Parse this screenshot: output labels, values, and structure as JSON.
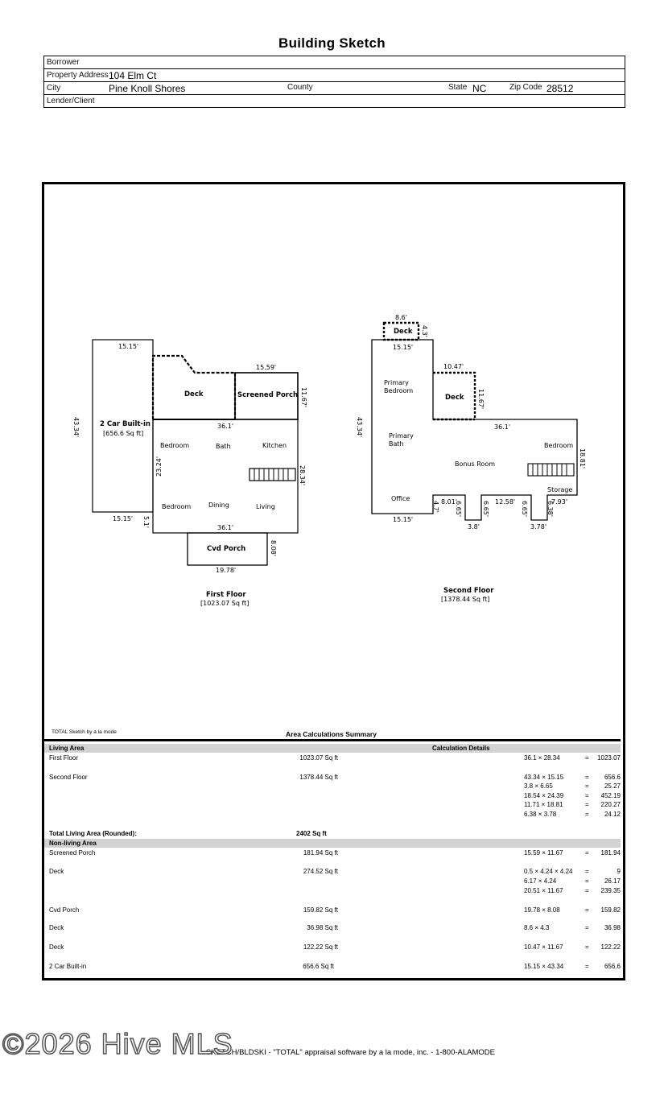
{
  "title": "Building Sketch",
  "header": {
    "borrower_label": "Borrower",
    "address_label": "Property Address",
    "address": "104 Elm Ct",
    "city_label": "City",
    "city": "Pine Knoll Shores",
    "county_label": "County",
    "state_label": "State",
    "state": "NC",
    "zip_label": "Zip Code",
    "zip": "28512",
    "lender_label": "Lender/Client"
  },
  "first_floor": {
    "label": "First Floor",
    "area": "[1023.07 Sq ft]",
    "garage_label": "2 Car Built-in",
    "garage_area": "[656.6 Sq ft]",
    "deck": "Deck",
    "screened_porch": "Screened Porch",
    "cvd_porch": "Cvd Porch",
    "rooms": [
      "Bedroom",
      "Bath",
      "Kitchen",
      "Bedroom",
      "Dining",
      "Living"
    ],
    "dims": [
      "15.15'",
      "43.34'",
      "15.15'",
      "5.1'",
      "15.59'",
      "11.67'",
      "36.1'",
      "23.24'",
      "28.34'",
      "36.1'",
      "8.08'",
      "19.78'"
    ]
  },
  "second_floor": {
    "label": "Second Floor",
    "area": "[1378.44 Sq ft]",
    "deck_top": "Deck",
    "deck_mid": "Deck",
    "rooms": [
      "Primary Bedroom",
      "Primary Bath",
      "Bonus Room",
      "Bedroom",
      "Office",
      "Storage"
    ],
    "dims": [
      "8.6'",
      "4.3'",
      "15.15'",
      "10.47'",
      "11.67'",
      "43.34'",
      "36.1'",
      "18.81'",
      "8.01'",
      "4.7'",
      "6.65'",
      "6.65'",
      "12.58'",
      "6.65'",
      "7.93'",
      "6.38'",
      "15.15'",
      "3.8'",
      "3.78'"
    ]
  },
  "sketch_credit": "TOTAL Sketch by a la mode",
  "summary": {
    "title": "Area Calculations Summary",
    "living_area": "Living Area",
    "calc_details": "Calculation Details",
    "living_rows": [
      {
        "name": "First Floor",
        "area": "1023.07 Sq ft",
        "calcs": [
          [
            "36.1 × 28.34",
            "=",
            "1023.07"
          ]
        ]
      },
      {
        "name": "Second Floor",
        "area": "1378.44 Sq ft",
        "calcs": [
          [
            "43.34 × 15.15",
            "=",
            "656.6"
          ],
          [
            "3.8 × 6.65",
            "=",
            "25.27"
          ],
          [
            "18.54 × 24.39",
            "=",
            "452.19"
          ],
          [
            "11.71 × 18.81",
            "=",
            "220.27"
          ],
          [
            "6.38 × 3.78",
            "=",
            "24.12"
          ]
        ]
      }
    ],
    "total_label": "Total Living Area (Rounded):",
    "total_value": "2402 Sq ft",
    "non_living": "Non-living Area",
    "nonliving_rows": [
      {
        "name": "Screened Porch",
        "area": "181.94 Sq ft",
        "calcs": [
          [
            "15.59 × 11.67",
            "=",
            "181.94"
          ]
        ]
      },
      {
        "name": "Deck",
        "area": "274.52 Sq ft",
        "calcs": [
          [
            "0.5 × 4.24 × 4.24",
            "=",
            "9"
          ],
          [
            "6.17 × 4.24",
            "=",
            "26.17"
          ],
          [
            "20.51 × 11.67",
            "=",
            "239.35"
          ]
        ]
      },
      {
        "name": "Cvd Porch",
        "area": "159.82 Sq ft",
        "calcs": [
          [
            "19.78 × 8.08",
            "=",
            "159.82"
          ]
        ]
      },
      {
        "name": "Deck",
        "area": "36.98 Sq ft",
        "calcs": [
          [
            "8.6 × 4.3",
            "=",
            "36.98"
          ]
        ]
      },
      {
        "name": "Deck",
        "area": "122.22 Sq ft",
        "calcs": [
          [
            "10.47 × 11.67",
            "=",
            "122.22"
          ]
        ]
      },
      {
        "name": "2 Car Built-in",
        "area": "656.6 Sq ft",
        "calcs": [
          [
            "15.15 × 43.34",
            "=",
            "656.6"
          ]
        ]
      }
    ]
  },
  "footer": "...SKETCH/BLDSKI - \"TOTAL\" appraisal software by a la mode, inc. - 1-800-ALAMODE",
  "watermark": "©2026 Hive MLS"
}
